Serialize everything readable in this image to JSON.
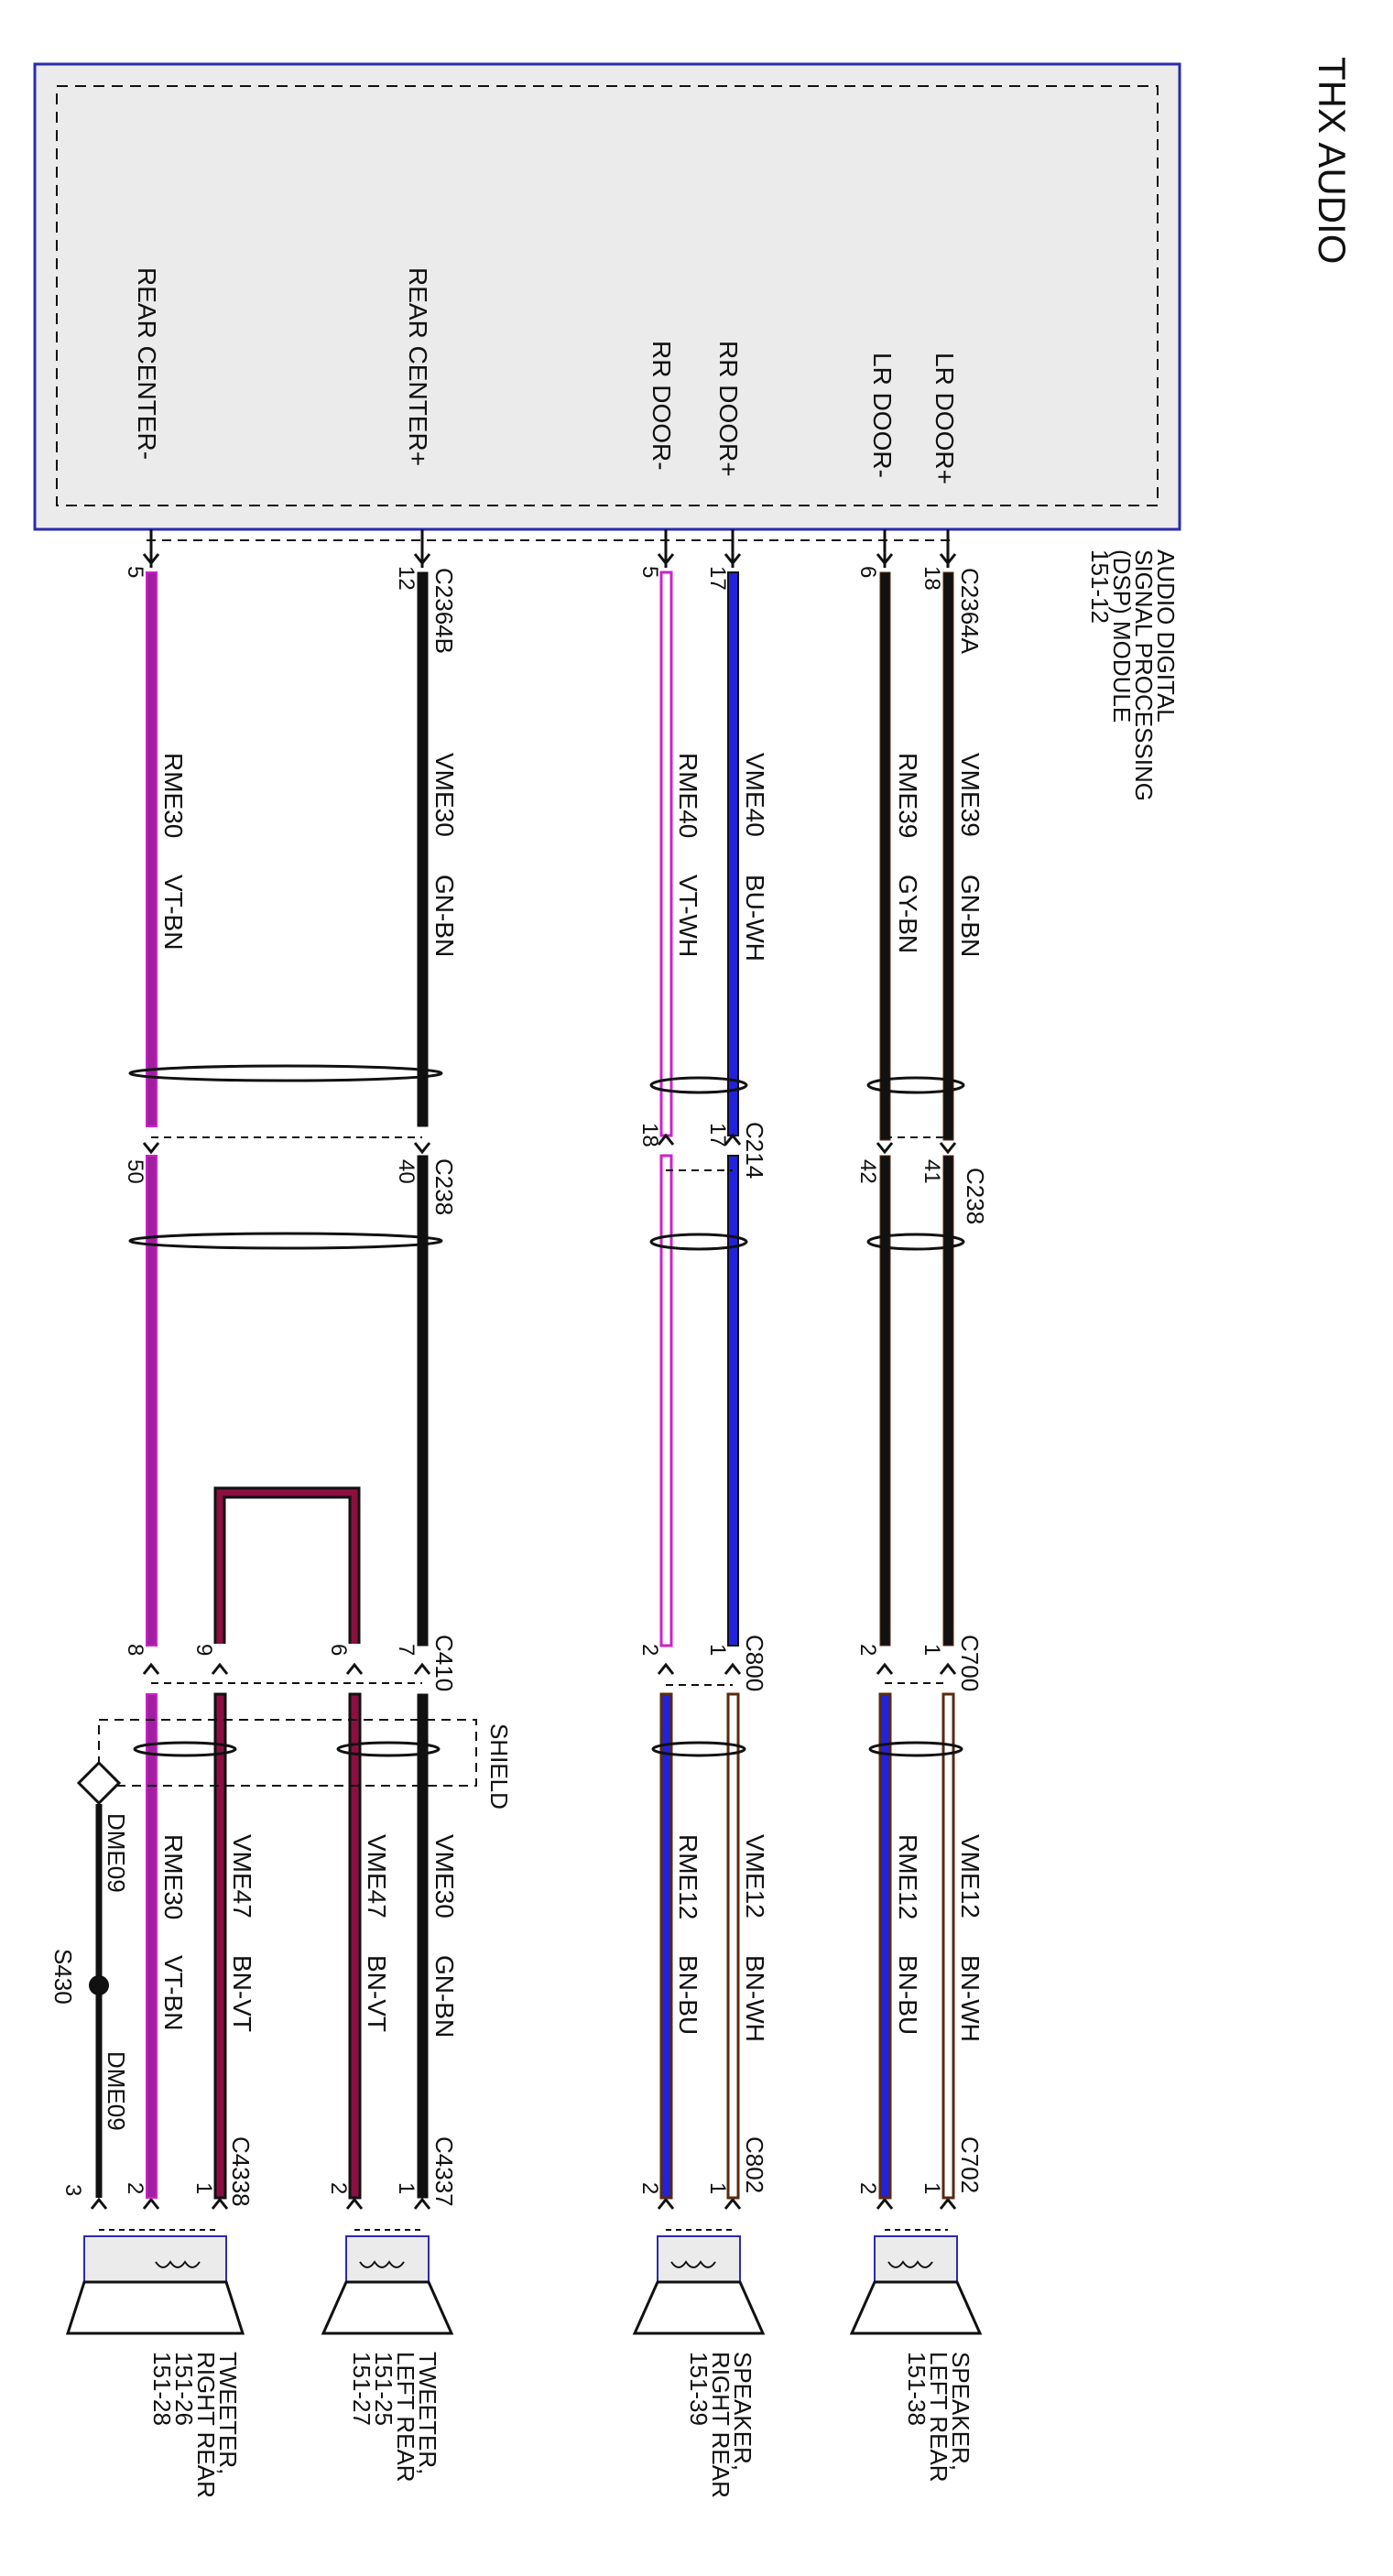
{
  "title": "THX AUDIO",
  "module": {
    "label": [
      "AUDIO DIGITAL",
      "SIGNAL PROCESSING",
      "(DSP) MODULE",
      "151-12"
    ],
    "pins": [
      "LR DOOR+",
      "LR DOOR-",
      "RR DOOR+",
      "RR DOOR-",
      "REAR CENTER+",
      "REAR CENTER-"
    ]
  },
  "connectors": {
    "c2364a": "C2364A",
    "c2364b": "C2364B",
    "c238_left": "C238",
    "c214": "C214",
    "c238_right": "C238",
    "c700": "C700",
    "c800": "C800",
    "c410": "C410",
    "c702": "C702",
    "c802": "C802",
    "c4337": "C4337",
    "c4338": "C4338"
  },
  "upper_wires": [
    {
      "circuit": "VME39",
      "color_code": "GN-BN",
      "pin_module": "18",
      "pin_inline": "41",
      "pin_lower": "1"
    },
    {
      "circuit": "RME39",
      "color_code": "GY-BN",
      "pin_module": "6",
      "pin_inline": "42",
      "pin_lower": "2"
    },
    {
      "circuit": "VME40",
      "color_code": "BU-WH",
      "pin_module": "17",
      "pin_inline": "17",
      "pin_lower": "1"
    },
    {
      "circuit": "RME40",
      "color_code": "VT-WH",
      "pin_module": "5",
      "pin_inline": "18",
      "pin_lower": "2"
    },
    {
      "circuit": "VME30",
      "color_code": "GN-BN",
      "pin_module": "12",
      "pin_inline": "40",
      "pin_lower": "7"
    },
    {
      "circuit": "RME30",
      "color_code": "VT-BN",
      "pin_module": "5",
      "pin_inline": "50",
      "pin_lower": "8"
    }
  ],
  "lower_wires": [
    {
      "circuit": "VME12",
      "color_code": "BN-WH",
      "pin_top": "1",
      "pin_bottom": "1"
    },
    {
      "circuit": "RME12",
      "color_code": "BN-BU",
      "pin_top": "2",
      "pin_bottom": "2"
    },
    {
      "circuit": "VME12",
      "color_code": "BN-WH",
      "pin_top": "1",
      "pin_bottom": "1"
    },
    {
      "circuit": "RME12",
      "color_code": "BN-BU",
      "pin_top": "2",
      "pin_bottom": "2"
    },
    {
      "circuit": "VME30",
      "color_code": "GN-BN",
      "pin_top": "7",
      "pin_bottom": "1"
    },
    {
      "circuit": "VME47",
      "color_code": "BN-VT",
      "pin_top": "6",
      "pin_bottom": "2"
    },
    {
      "circuit": "VME47",
      "color_code": "BN-VT",
      "pin_top": "9",
      "pin_bottom": "1"
    },
    {
      "circuit": "RME30",
      "color_code": "VT-BN",
      "pin_top": "8",
      "pin_bottom": "2"
    }
  ],
  "shield": "SHIELD",
  "ground": {
    "splice": "S430",
    "circuit_upper": "DME09",
    "circuit_lower": "DME09",
    "pin": "3"
  },
  "speakers": [
    {
      "label": [
        "SPEAKER,",
        "LEFT REAR",
        "151-38"
      ]
    },
    {
      "label": [
        "SPEAKER,",
        "RIGHT REAR",
        "151-39"
      ]
    },
    {
      "label": [
        "TWEETER,",
        "LEFT REAR",
        "151-25",
        "151-27"
      ]
    },
    {
      "label": [
        "TWEETER,",
        "RIGHT REAR",
        "151-26",
        "151-28"
      ]
    }
  ],
  "wire_colors": {
    "black": "#111111",
    "magenta": "#cc22cc",
    "violet": "#a020a0",
    "blue": "#2222dd",
    "brown": "#5a2a10",
    "maroon": "#8b1040",
    "module_border": "#2b2bb0",
    "module_fill": "#ebebeb"
  }
}
